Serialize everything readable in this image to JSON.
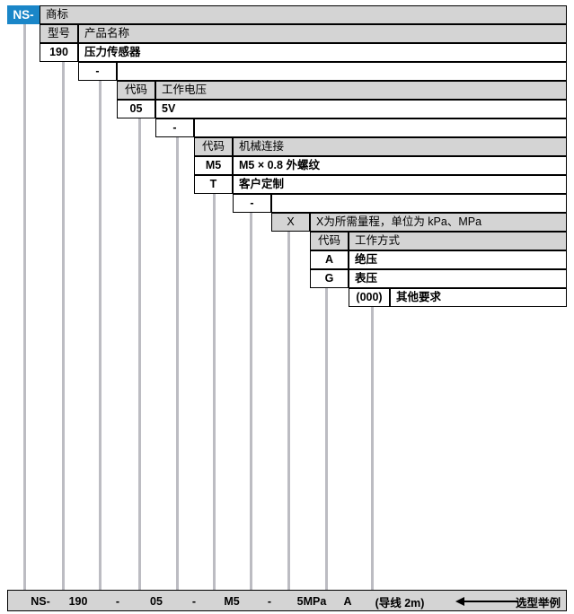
{
  "brand": {
    "code": "NS-",
    "label": "商标"
  },
  "sections": [
    {
      "id": "model",
      "header": {
        "code": "型号",
        "desc": "产品名称"
      },
      "rows": [
        {
          "code": "190",
          "desc": "压力传感器"
        }
      ],
      "separator": "-"
    },
    {
      "id": "voltage",
      "header": {
        "code": "代码",
        "desc": "工作电压"
      },
      "rows": [
        {
          "code": "05",
          "desc": "5V"
        }
      ],
      "separator": "-"
    },
    {
      "id": "mechanical",
      "header": {
        "code": "代码",
        "desc": "机械连接"
      },
      "rows": [
        {
          "code": "M5",
          "desc": "M5 × 0.8 外螺纹"
        },
        {
          "code": "T",
          "desc": "客户定制"
        }
      ],
      "separator": "-"
    },
    {
      "id": "range",
      "header": {
        "code": "X",
        "desc": "X为所需量程，单位为 kPa、MPa"
      },
      "rows": []
    },
    {
      "id": "worktype",
      "header": {
        "code": "代码",
        "desc": "工作方式"
      },
      "rows": [
        {
          "code": "A",
          "desc": "绝压"
        },
        {
          "code": "G",
          "desc": "表压"
        }
      ]
    },
    {
      "id": "other",
      "header": null,
      "rows": [
        {
          "code": "(000)",
          "desc": "其他要求"
        }
      ]
    }
  ],
  "example": {
    "tokens": [
      "NS-",
      "190",
      "-",
      "05",
      "-",
      "M5",
      "-",
      "5MPa",
      "A",
      "(导线 2m)"
    ],
    "label": "选型举例"
  },
  "colors": {
    "brand_blue": "#1a86c8",
    "header_gray": "#d4d4d4",
    "connector_gray": "#bcbcc2",
    "border_black": "#000000"
  }
}
